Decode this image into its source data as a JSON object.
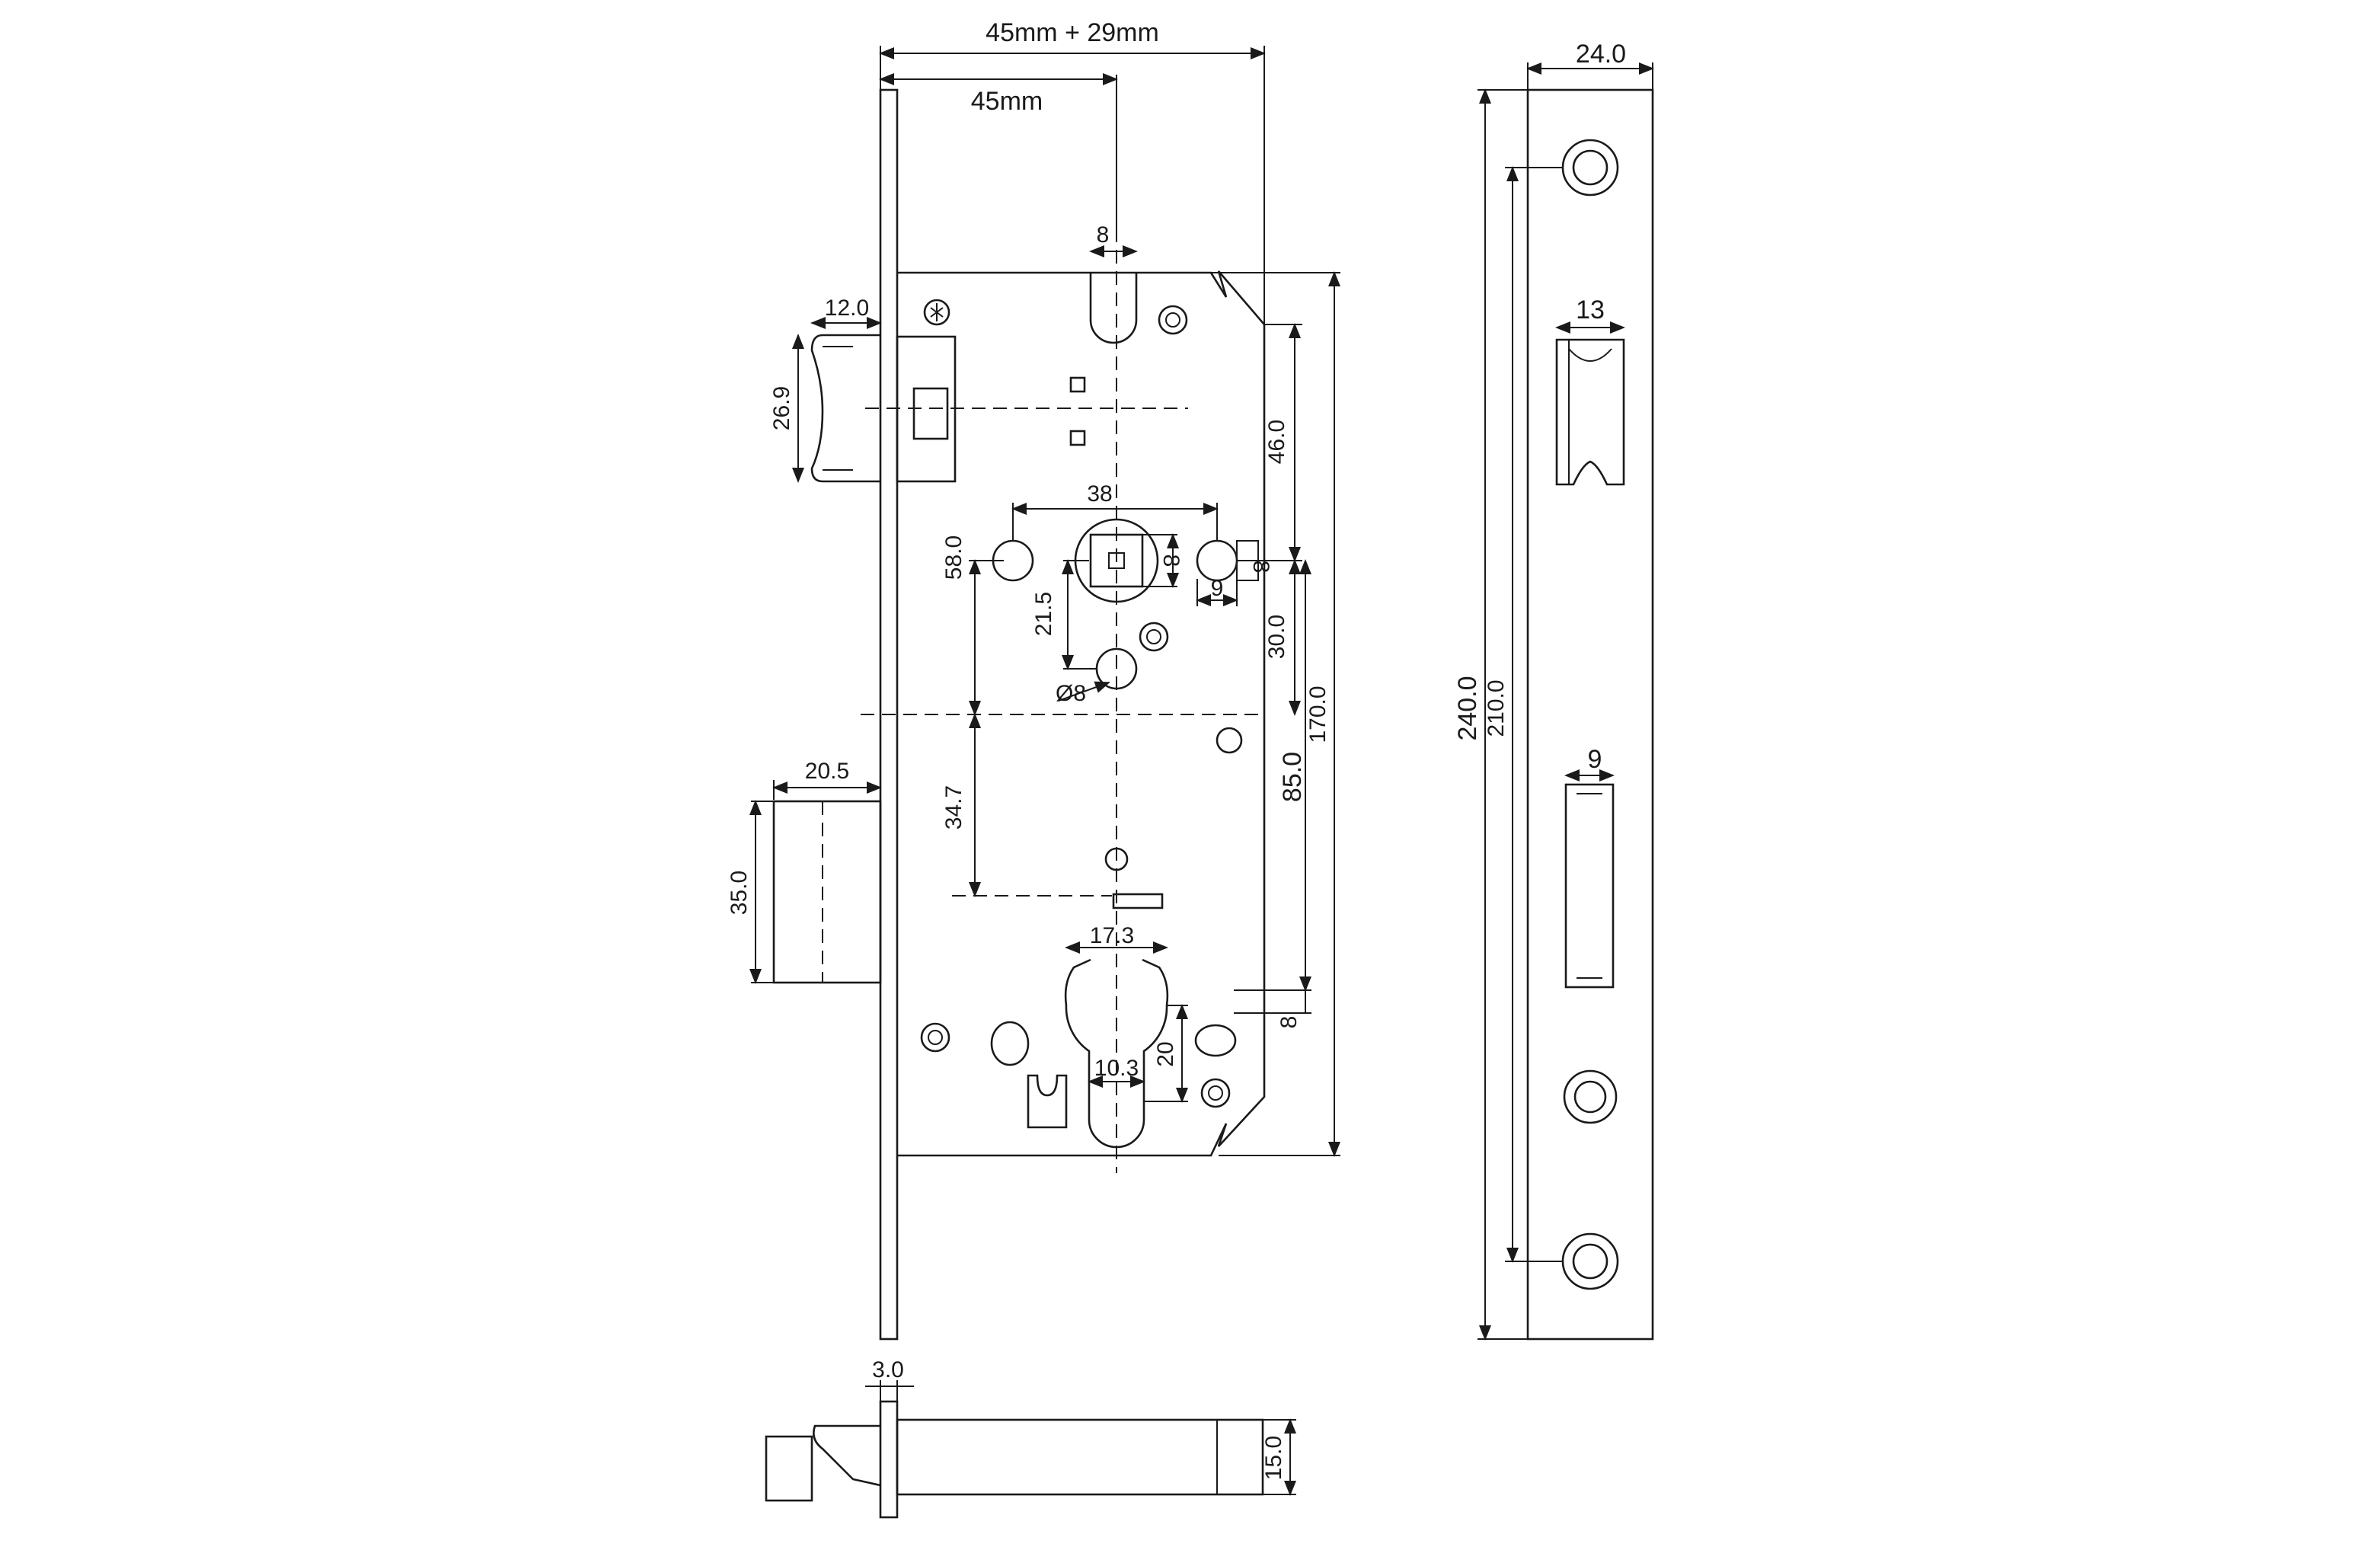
{
  "drawing": {
    "dims": {
      "total_width": "45mm + 29mm",
      "backset": "45mm",
      "spindle_top_width": "8",
      "latch_width": "12.0",
      "latch_height": "26.9",
      "handle_hole_spacing": "38",
      "spindle_square": "8",
      "side_hole_width": "9",
      "side_hole_height": "8",
      "dim_58": "58.0",
      "dim_46": "46.0",
      "dim_21_5": "21.5",
      "dim_30": "30.0",
      "hole_diameter": "Ø8",
      "dim_170": "170.0",
      "dim_85": "85.0",
      "deadbolt_width": "20.5",
      "deadbolt_height": "35.0",
      "dim_34_7": "34.7",
      "cylinder_width": "17.3",
      "cylinder_slot": "10.3",
      "cylinder_height": "20",
      "cylinder_offset": "8",
      "faceplate_width": "24.0",
      "faceplate_length": "240.0",
      "faceplate_hole_spacing": "210.0",
      "latch_slot_width": "13",
      "bolt_slot_width": "9",
      "faceplate_thickness": "3.0",
      "bolt_projection": "15.0"
    }
  }
}
